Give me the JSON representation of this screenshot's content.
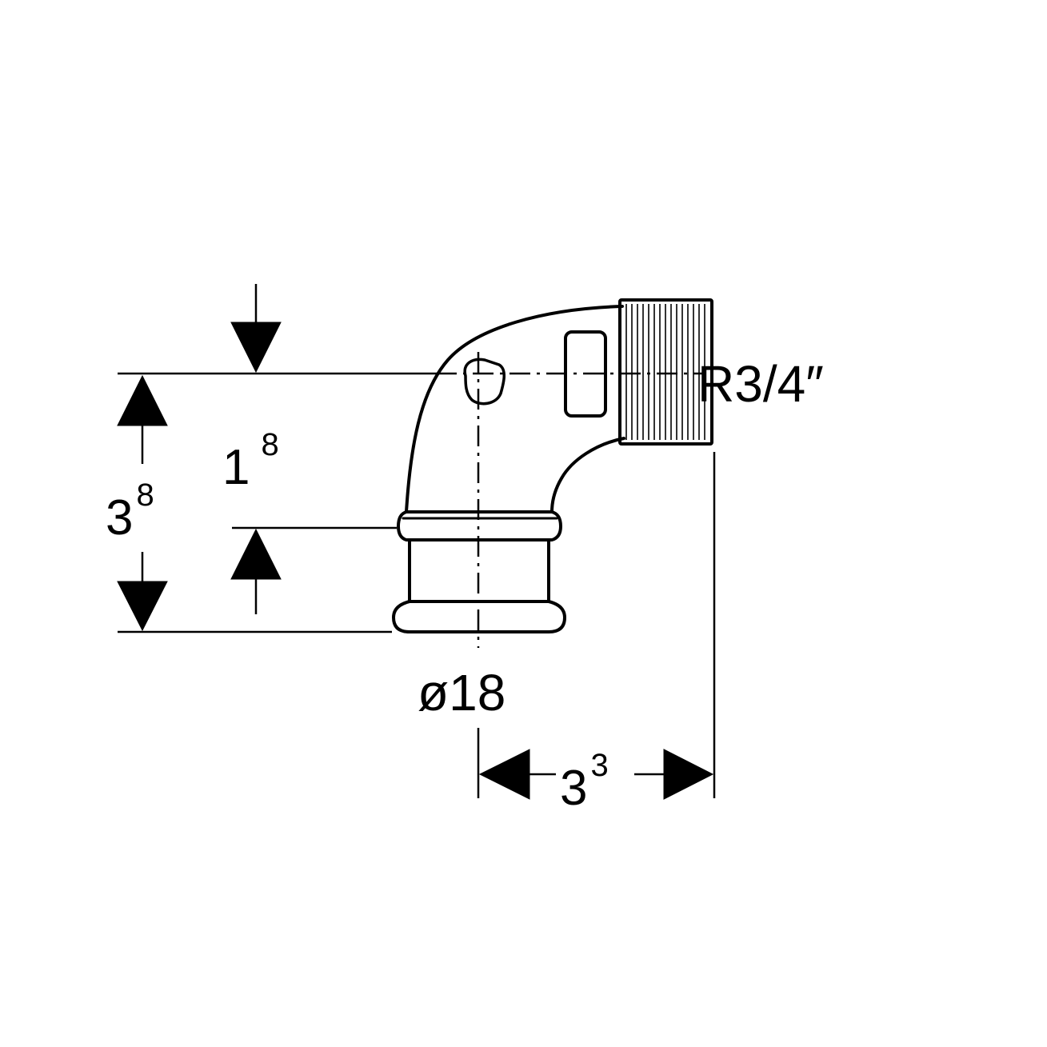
{
  "labels": {
    "thread": "R3/4″",
    "diameter": "ø18",
    "height_total_base": "3",
    "height_total_sup": "8",
    "height_offset_base": "1",
    "height_offset_sup": "8",
    "width_base": "3",
    "width_sup": "3"
  },
  "colors": {
    "line": "#000000",
    "background": "#ffffff"
  }
}
